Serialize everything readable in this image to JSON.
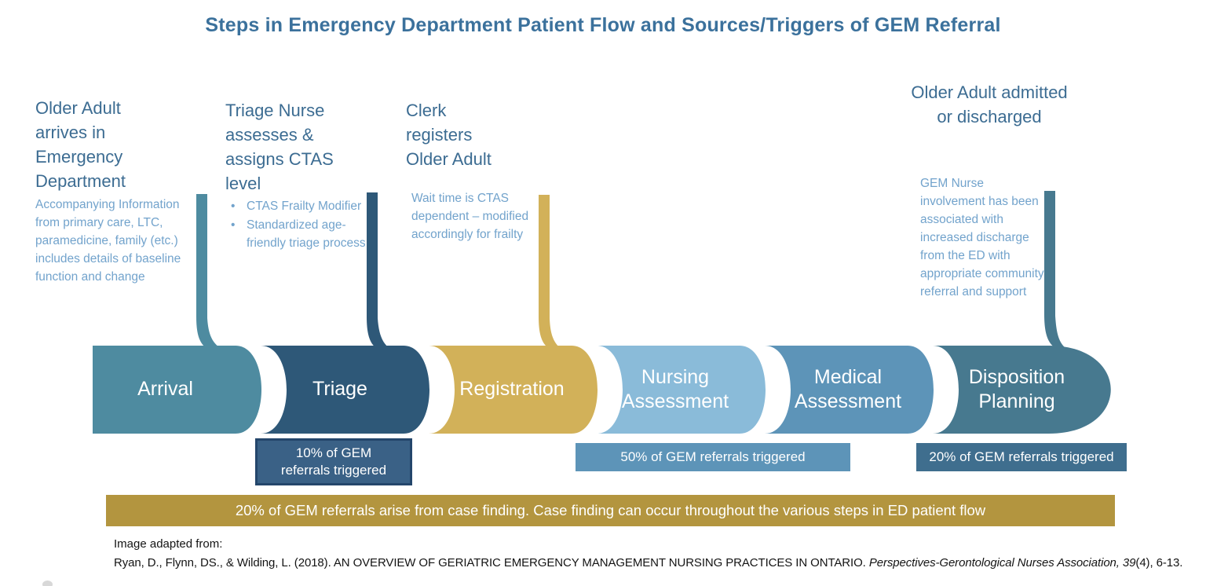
{
  "title": "Steps in Emergency Department Patient Flow and Sources/Triggers of GEM Referral",
  "columns": [
    {
      "heading": "Older Adult arrives in Emergency Department",
      "note": "Accompanying Information from primary care, LTC, paramedicine, family (etc.) includes details of baseline function and change"
    },
    {
      "heading": "Triage Nurse assesses & assigns CTAS level",
      "bullets": [
        "CTAS Frailty Modifier",
        "Standardized age-friendly triage process"
      ]
    },
    {
      "heading": "Clerk registers Older Adult",
      "note": "Wait time is CTAS dependent – modified accordingly for frailty"
    },
    {
      "heading": "Older Adult admitted or discharged",
      "note": "GEM Nurse involvement has been associated with increased discharge from the ED with appropriate community referral and support"
    }
  ],
  "steps": [
    {
      "label": "Arrival",
      "color": "#4E8BA0"
    },
    {
      "label": "Triage",
      "color": "#2E5878"
    },
    {
      "label": "Registration",
      "color": "#D2B159"
    },
    {
      "label": "Nursing Assessment",
      "color": "#8ABBD9"
    },
    {
      "label": "Medical Assessment",
      "color": "#5D94B8"
    },
    {
      "label": "Disposition Planning",
      "color": "#47798F"
    }
  ],
  "badges": [
    {
      "label": "10% of GEM referrals triggered",
      "color": "#3A6186",
      "border": "#24466B"
    },
    {
      "label": "50% of GEM referrals triggered",
      "color": "#5D94B8"
    },
    {
      "label": "20% of GEM referrals triggered",
      "color": "#3F6E8E"
    }
  ],
  "case_finding_bar": {
    "label": "20% of GEM referrals arise from case finding. Case finding can occur throughout the various steps in ED patient flow",
    "color": "#B3953F"
  },
  "citation": {
    "prefix": "Image adapted from:",
    "body": "Ryan, D., Flynn, DS., & Wilding, L. (2018). AN OVERVIEW OF GERIATRIC EMERGENCY MANAGEMENT NURSING PRACTICES IN ONTARIO. ",
    "journal_italic": "Perspectives-Gerontological Nurses Association, 39",
    "suffix": "(4), 6-13."
  }
}
